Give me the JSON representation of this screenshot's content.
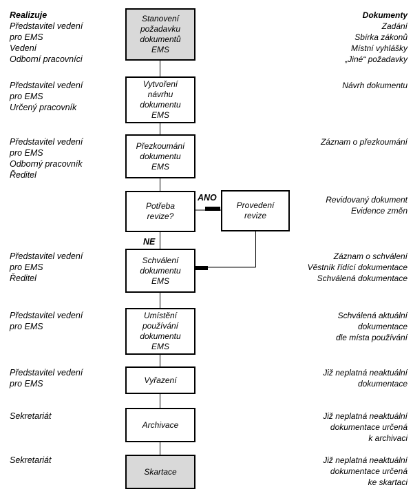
{
  "headers": {
    "left": "Realizuje",
    "right": "Dokumenty"
  },
  "steps": [
    {
      "lines": [
        "Stanovení",
        "požadavku",
        "dokumentů",
        "EMS"
      ],
      "who": [
        "Představitel vedení",
        "pro EMS",
        "Vedení",
        "Odborní pracovníci"
      ],
      "docs": [
        "Zadání",
        "Sbírka zákonů",
        "Místní vyhlášky",
        "„Jiné“ požadavky"
      ]
    },
    {
      "lines": [
        "Vytvoření",
        "návrhu",
        "dokumentu",
        "EMS"
      ],
      "who": [
        "Představitel vedení",
        "pro EMS",
        "Určený pracovník"
      ],
      "docs": [
        "Návrh dokumentu"
      ]
    },
    {
      "lines": [
        "Přezkoumání",
        "dokumentu",
        "EMS"
      ],
      "who": [
        "Představitel vedení",
        "pro EMS",
        "Odborný pracovník",
        "Ředitel"
      ],
      "docs": [
        "Záznam o přezkoumání"
      ]
    },
    {
      "lines": [
        "Potřeba",
        "revize?"
      ],
      "who": [],
      "docs": [
        "Revidovaný dokument",
        "Evidence změn"
      ]
    },
    {
      "lines": [
        "Schválení",
        "dokumentu",
        "EMS"
      ],
      "who": [
        "Představitel vedení",
        "pro EMS",
        "Ředitel"
      ],
      "docs": [
        "Záznam o schválení",
        "Věstník řídící dokumentace",
        "Schválená dokumentace"
      ]
    },
    {
      "lines": [
        "Umístění",
        "používání",
        "dokumentu",
        "EMS"
      ],
      "who": [
        "Představitel vedení",
        "pro EMS"
      ],
      "docs": [
        "Schválená aktuální",
        "dokumentace",
        "dle místa používání"
      ]
    },
    {
      "lines": [
        "Vyřazení"
      ],
      "who": [
        "Představitel vedení",
        "pro EMS"
      ],
      "docs": [
        "Již neplatná neaktuální",
        "dokumentace"
      ]
    },
    {
      "lines": [
        "Archivace"
      ],
      "who": [
        "Sekretariát"
      ],
      "docs": [
        "Již neplatná neaktuální",
        "dokumentace určená",
        "k archivaci"
      ]
    },
    {
      "lines": [
        "Skartace"
      ],
      "who": [
        "Sekretariát"
      ],
      "docs": [
        "Již neplatná neaktuální",
        "dokumentace určená",
        "ke skartaci"
      ]
    }
  ],
  "revision_box": {
    "lines": [
      "Provedení",
      "revize"
    ]
  },
  "decision_labels": {
    "yes": "ANO",
    "no": "NE"
  }
}
